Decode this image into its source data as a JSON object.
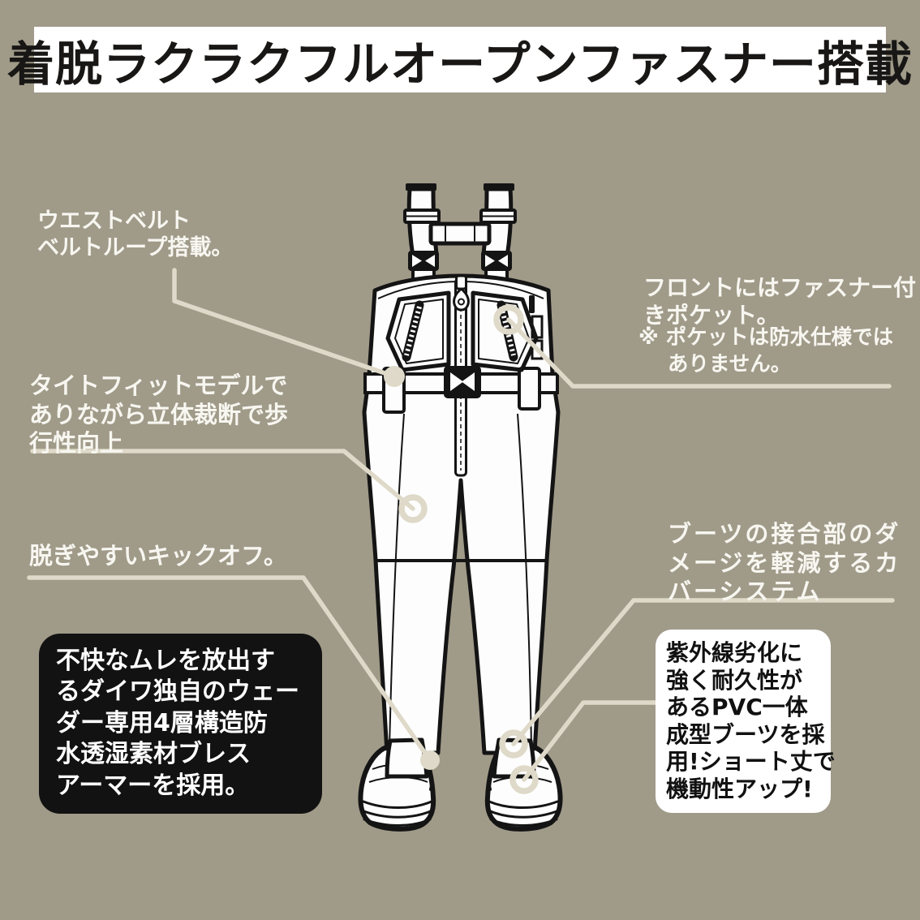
{
  "colors": {
    "background": "#a09a89",
    "title_bg": "#ffffff",
    "title_text": "#181715",
    "annotation_text": "#f7f6f0",
    "callout_line": "#ded9c8",
    "black_box_bg": "#121212",
    "black_box_text": "#ffffff",
    "white_box_bg": "#ffffff",
    "white_box_text": "#111111",
    "line_art_stroke": "#141414",
    "line_art_fill": "#fdfdfd"
  },
  "title": {
    "text": "着脱ラクラクフルオープンファスナー搭載"
  },
  "annotations": {
    "waist_belt": {
      "lines": [
        "ウエストベルト",
        "ベルトループ搭載。"
      ]
    },
    "tight_fit": {
      "lines": [
        "タイトフィットモデルで",
        "ありながら立体裁断で歩",
        "行性向上"
      ]
    },
    "kickoff": {
      "lines": [
        "脱ぎやすいキックオフ。"
      ]
    },
    "front_pocket": {
      "lines": [
        "フロントにはファスナー付",
        "きポケット。"
      ],
      "note_lines": [
        "※ ポケットは防水仕様では",
        "ありません。"
      ]
    },
    "boot_joint": {
      "lines": [
        "ブーツの接合部のダ",
        "メージを軽減するカ",
        "バーシステム"
      ]
    },
    "breathable": {
      "lines": [
        "不快なムレを放出す",
        "るダイワ独自のウェー",
        "ダー専用4層構造防",
        "水透湿素材ブレス",
        "アーマーを採用。"
      ]
    },
    "pvc_boots": {
      "lines": [
        "紫外線劣化に",
        "強く耐久性が",
        "あるPVC一体",
        "成型ブーツを採",
        "用!ショート丈で",
        "機動性アップ!"
      ]
    }
  },
  "figure": {
    "subject": "chest-waders-front-line-art"
  }
}
